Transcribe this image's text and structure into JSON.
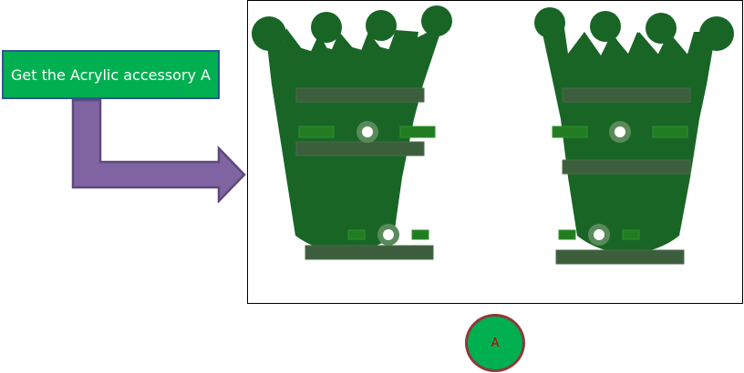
{
  "instruction": {
    "text": "Get the Acrylic accessory A"
  },
  "accessory_badge": {
    "letter": "A"
  },
  "colors": {
    "label_fill": "#00b050",
    "label_border": "#2f5597",
    "arrow_fill": "#8064a2",
    "arrow_stroke": "#5c4a7d",
    "part_fill": "#196526",
    "slot_fill": "#3d5e3d",
    "pad_fill": "#227d22",
    "badge_fill": "#00b050",
    "badge_border": "#8b3a3a",
    "badge_text": "#c00000"
  },
  "icons": [
    "crown-shaped-acrylic-part",
    "bent-arrow-right",
    "accessory-a-badge"
  ]
}
